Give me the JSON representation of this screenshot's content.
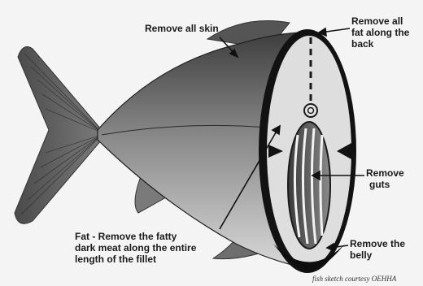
{
  "labels": {
    "skin": "Remove all skin",
    "back_fat_1": "Remove all",
    "back_fat_2": "fat along the",
    "back_fat_3": "back",
    "guts_1": "Remove",
    "guts_2": "guts",
    "fat_1": "Fat - Remove the fatty",
    "fat_2": "dark meat along the entire",
    "fat_3": "length of the fillet",
    "belly_1": "Remove the",
    "belly_2": "belly"
  },
  "credit": "fish sketch courtesy OEHHA",
  "colors": {
    "background": "#f4f4f4",
    "body_light": "#c9c9c9",
    "body_dark": "#3a3a3a",
    "cross_section": "#dcdcdc",
    "fat_band": "#111111",
    "fin": "#6a6a6a"
  }
}
